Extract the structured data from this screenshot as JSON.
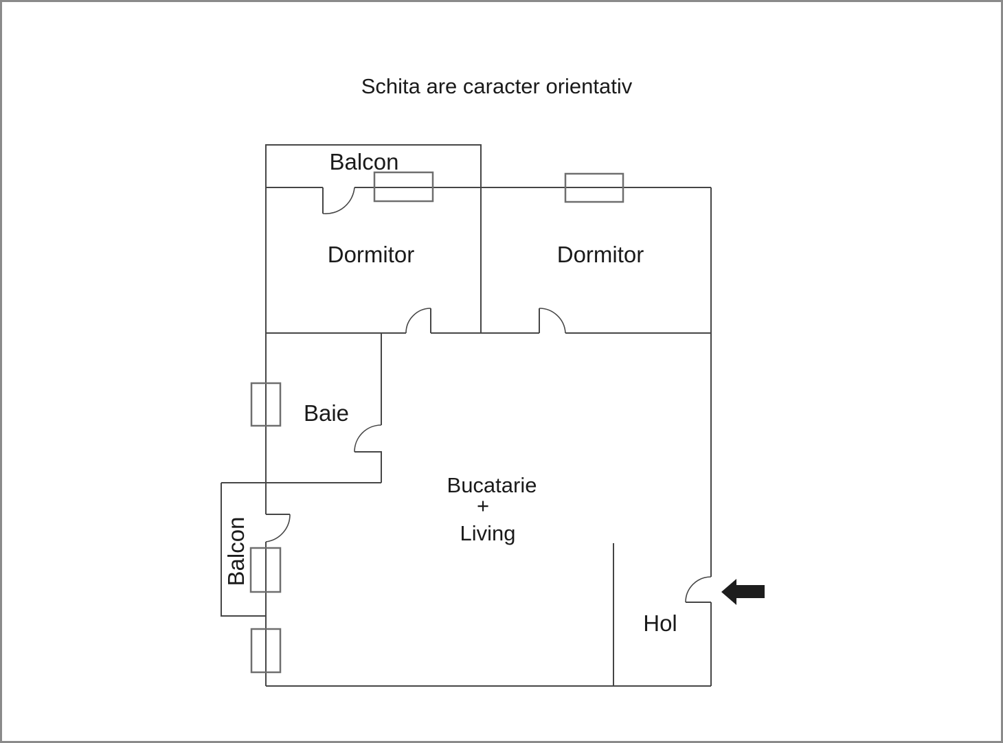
{
  "title": "Schita are caracter orientativ",
  "rooms": {
    "balcony_top": "Balcon",
    "bedroom_left": "Dormitor",
    "bedroom_right": "Dormitor",
    "bathroom": "Baie",
    "kitchen_living_line1": "Bucatarie",
    "kitchen_living_line2": "+",
    "kitchen_living_line3": "Living",
    "balcony_left": "Balcon",
    "hall": "Hol"
  },
  "icons": {
    "entrance_arrow": "left-arrow"
  },
  "colors": {
    "wall": "#454545",
    "window_frame": "#6e6e6e",
    "text": "#1a1a1a",
    "arrow_fill": "#1d1d1d",
    "page_border": "#8a8a8a",
    "background": "#ffffff"
  }
}
